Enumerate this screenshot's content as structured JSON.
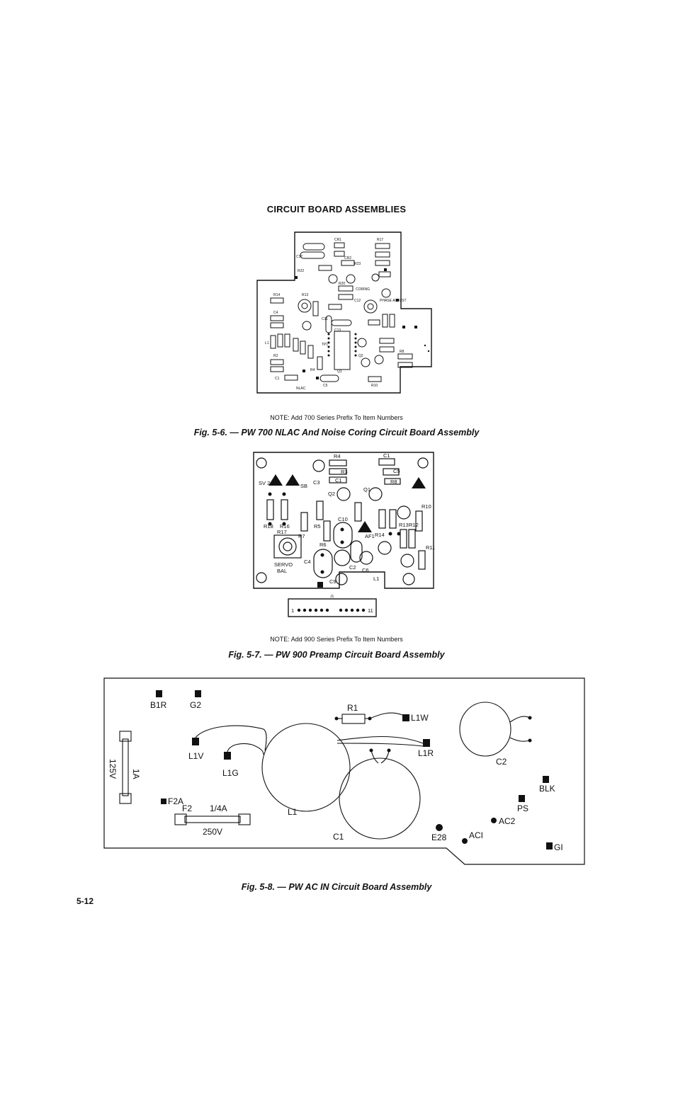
{
  "heading": "CIRCUIT BOARD ASSEMBLIES",
  "figures": [
    {
      "note": "NOTE: Add 700 Series Prefix To Item Numbers",
      "caption": "Fig. 5-6. — PW 700 NLAC And Noise Coring Circuit Board Assembly",
      "labels": {
        "cr1": "CR1",
        "r17": "R17",
        "c17": "C17",
        "cr2": "CR2",
        "r23": "R23",
        "r22": "R22",
        "coring": "CORING",
        "r14": "R14",
        "r13": "R13",
        "r20": "R20",
        "c12": "C12",
        "phase_adjust": "PHASE ADJUST",
        "c4": "C4",
        "c11": "C11",
        "c13": "C13",
        "tp1": "TP1",
        "r2": "R2",
        "r8": "R8",
        "r4": "R4",
        "q1": "Q1",
        "q2": "Q2",
        "r10": "R10",
        "c5": "C5",
        "nlac": "NLAC",
        "l1": "L1",
        "c1": "C1"
      }
    },
    {
      "note": "NOTE: Add 900 Series Prefix To Item Numbers",
      "caption": "Fig. 5-7. — PW 900 Preamp Circuit Board Assembly",
      "labels": {
        "r4": "R4",
        "c1": "C1",
        "r3": "R3",
        "c3": "C3",
        "c5": "C5",
        "c1b": "C1",
        "r8": "R8",
        "sv2": "SV 2",
        "sb": "SB",
        "q1": "Q1",
        "q2": "Q2",
        "r18": "R18",
        "r16": "R16",
        "r7": "R7",
        "r5": "R5",
        "r6": "R6",
        "r14": "R14",
        "r10": "R10",
        "r17": "R17",
        "servo": "SERVO",
        "bal": "BAL",
        "af1": "AF1",
        "c4": "C4",
        "c10": "C10",
        "c2": "C2",
        "c6": "C6",
        "r13": "R13",
        "r12": "R12",
        "l1": "L1",
        "r11": "R11",
        "c9": "C9",
        "j1": "J1",
        "pin1": "1",
        "pin11": "11"
      }
    },
    {
      "caption": "Fig. 5-8. — PW AC IN Circuit Board Assembly",
      "labels": {
        "b1r": "B1R",
        "g2": "G2",
        "r1": "R1",
        "l1w": "L1W",
        "l1v": "L1V",
        "l1g": "L1G",
        "l1r": "L1R",
        "c2": "C2",
        "fuse1_current": "1A",
        "fuse1_voltage": "125V",
        "f2a": "F2A",
        "f2": "F2",
        "fuse2_current": "1/4A",
        "fuse2_voltage": "250V",
        "l1": "L1",
        "c1": "C1",
        "blk": "BLK",
        "ps": "PS",
        "ac2": "AC2",
        "e28": "E28",
        "ac1": "ACI",
        "g1": "GI"
      }
    }
  ],
  "page_number": "5-12"
}
